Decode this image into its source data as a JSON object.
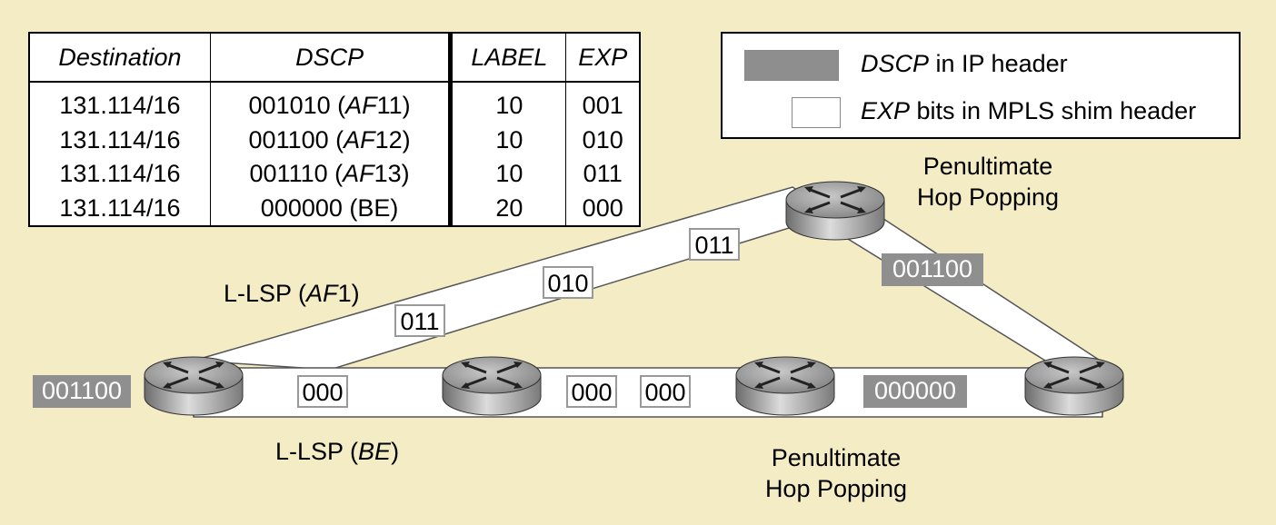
{
  "table": {
    "headers": [
      "Destination",
      "DSCP",
      "LABEL",
      "EXP"
    ],
    "rows": [
      {
        "destination": "131.114/16",
        "dscp_bits": "001010 (",
        "dscp_class": "AF",
        "dscp_num": "11)",
        "label": "10",
        "exp": "001"
      },
      {
        "destination": "131.114/16",
        "dscp_bits": "001100 (",
        "dscp_class": "AF",
        "dscp_num": "12)",
        "label": "10",
        "exp": "010"
      },
      {
        "destination": "131.114/16",
        "dscp_bits": "001110 (",
        "dscp_class": "AF",
        "dscp_num": "13)",
        "label": "10",
        "exp": "011"
      },
      {
        "destination": "131.114/16",
        "dscp_bits": "000000 (BE)",
        "dscp_class": "",
        "dscp_num": "",
        "label": "20",
        "exp": "000"
      }
    ]
  },
  "legend": {
    "dscp_term": "DSCP",
    "dscp_rest": " in IP header",
    "exp_term": "EXP",
    "exp_rest": " bits in MPLS shim header",
    "dscp_color": "#8e8e8e",
    "exp_color": "#ffffff"
  },
  "diagram": {
    "labels": {
      "penultimate_top_1": "Penultimate",
      "penultimate_top_2": "Hop Popping",
      "penultimate_bottom_1": "Penultimate",
      "penultimate_bottom_2": "Hop Popping",
      "llsp_af_prefix": "L-LSP (",
      "llsp_af_class": "AF",
      "llsp_af_suffix": "1)",
      "llsp_be_prefix": "L-LSP (",
      "llsp_be_class": "BE",
      "llsp_be_suffix": ")"
    },
    "exp_tags": [
      "011",
      "010",
      "011",
      "000",
      "000",
      "000"
    ],
    "dscp_tags": [
      "001100",
      "001100",
      "000000"
    ],
    "router_icon": "router-icon",
    "background_color": "#f4ecc4"
  }
}
